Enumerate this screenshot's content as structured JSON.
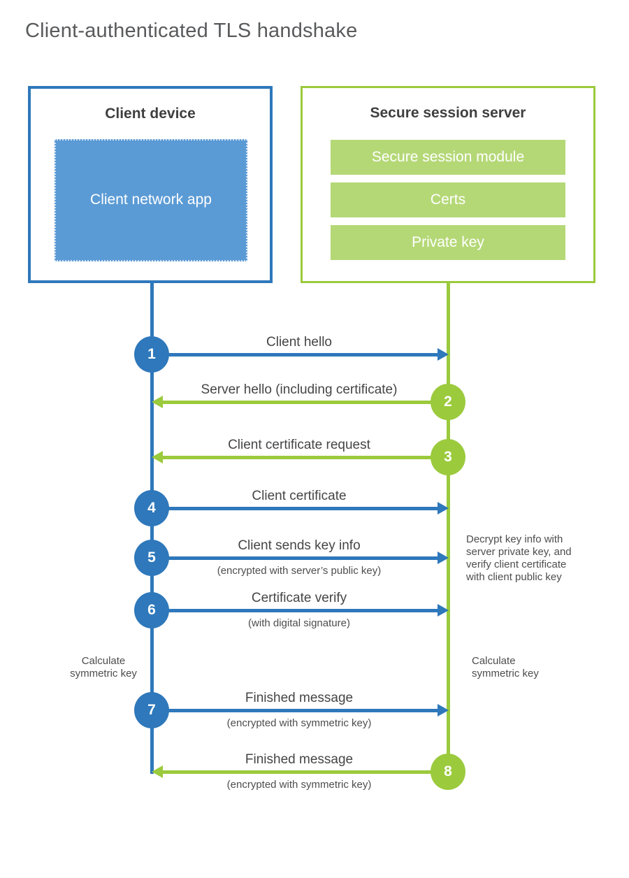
{
  "title": "Client-authenticated TLS handshake",
  "colors": {
    "blue": "#2e78bb",
    "blue_fill": "#5b9bd5",
    "green": "#9bca3c",
    "green_fill": "#b5d877",
    "heading_text": "#3f3f3f",
    "title_text": "#595a5c",
    "label_text": "#454545"
  },
  "client": {
    "title": "Client device",
    "app_label": "Client network app"
  },
  "server": {
    "title": "Secure session server",
    "modules": [
      "Secure session module",
      "Certs",
      "Private key"
    ]
  },
  "steps": [
    {
      "num": "1",
      "label": "Client hello",
      "direction": "client-to-server"
    },
    {
      "num": "2",
      "label": "Server hello (including certificate)",
      "direction": "server-to-client"
    },
    {
      "num": "3",
      "label": "Client certificate request",
      "direction": "server-to-client"
    },
    {
      "num": "4",
      "label": "Client certificate",
      "direction": "client-to-server"
    },
    {
      "num": "5",
      "label": "Client sends key info",
      "sublabel": "(encrypted with server’s public key)",
      "direction": "client-to-server"
    },
    {
      "num": "6",
      "label": "Certificate verify",
      "sublabel": "(with digital signature)",
      "direction": "client-to-server"
    },
    {
      "num": "7",
      "label": "Finished message",
      "sublabel": "(encrypted with symmetric key)",
      "direction": "client-to-server"
    },
    {
      "num": "8",
      "label": "Finished message",
      "sublabel": "(encrypted with symmetric key)",
      "direction": "server-to-client"
    }
  ],
  "notes": {
    "decrypt": "Decrypt key info with\nserver private key, and\nverify client certificate\nwith client public key",
    "calc_left": "Calculate\nsymmetric key",
    "calc_right": "Calculate\nsymmetric key"
  }
}
